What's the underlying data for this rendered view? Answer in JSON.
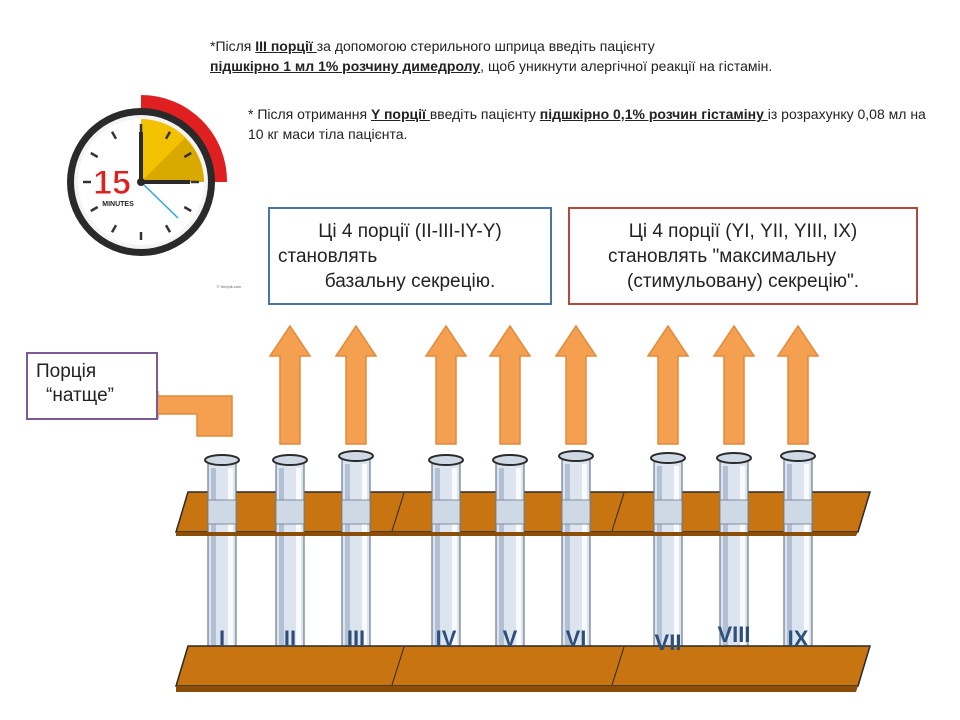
{
  "notes": {
    "note1": {
      "prefix": "*Після ",
      "portion": "ІІІ порції ",
      "mid": "за допомогою стерильного шприца введіть пацієнту",
      "dose": "підшкірно 1 мл 1% розчину димедролу",
      "suffix": ", щоб уникнути алергічної реакції на гістамін."
    },
    "note2": {
      "prefix": "* Після отримання ",
      "portion": "Y порції ",
      "mid": "введіть пацієнту ",
      "dose": "підшкірно 0,1% розчин гістаміну ",
      "suffix": "із розрахунку 0,08 мл на 10 кг маси тіла пацієнта."
    }
  },
  "boxes": {
    "basal": {
      "line1": "Ці 4 порції (ІІ-ІІІ-ІY-Y)",
      "line2": "становлять",
      "line3": "базальну секрецію.",
      "border_color": "#4a74a6"
    },
    "max": {
      "line1": "Ці 4 порції (YІ, YІІ, YІІІ, ІХ)",
      "line2": "становлять \"максимальну",
      "line3": "(стимульовану) секрецію\".",
      "border_color": "#b64640"
    },
    "fasting": {
      "line1": "Порція",
      "line2": "“натще”",
      "border_color": "#7d5a94"
    }
  },
  "clock": {
    "number": "15",
    "unit": "MINUTES",
    "fill_color": "#f2c200",
    "rim_color": "#e02020",
    "small_text": "© freepik.com"
  },
  "tubes": {
    "labels": [
      "I",
      "II",
      "III",
      "IV",
      "V",
      "VI",
      "VII",
      "VIII",
      "IX"
    ],
    "label_color": "#2e4f7a",
    "rack_color": "#c87410",
    "arrow_color": "#f5a050"
  }
}
